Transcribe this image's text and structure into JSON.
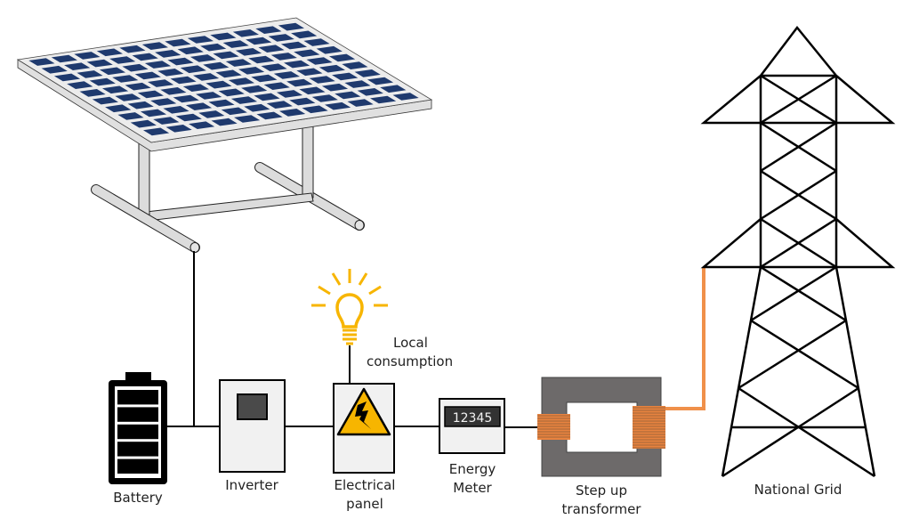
{
  "title": "Grid-tied solar PV system",
  "colors": {
    "panel_cell": "#1f3a6e",
    "panel_frame": "#e6e6e6",
    "stand": "#dcdcdc",
    "wire": "#000000",
    "grid_wire": "#f0904a",
    "bulb": "#f7b500",
    "warning": "#f7b500",
    "box_fill": "#f1f1f1",
    "transformer_core": "#6d6a6a",
    "coil": "#e8833f"
  },
  "solar_panel": {
    "rows": 10,
    "cols": 12
  },
  "components": {
    "battery": {
      "label": "Battery",
      "icon": "battery-icon",
      "cells": 5
    },
    "inverter": {
      "label": "Inverter",
      "icon": "inverter-icon"
    },
    "electrical_panel": {
      "label_line1": "Electrical",
      "label_line2": "panel",
      "icon": "high-voltage-warning-icon"
    },
    "local_consumption": {
      "label_line1": "Local",
      "label_line2": "consumption",
      "icon": "light-bulb-icon"
    },
    "energy_meter": {
      "label_line1": "Energy",
      "label_line2": "Meter",
      "reading": "12345",
      "icon": "meter-icon"
    },
    "transformer": {
      "label_line1": "Step up",
      "label_line2": "transformer",
      "icon": "transformer-icon"
    },
    "national_grid": {
      "label": "National Grid",
      "icon": "transmission-tower-icon"
    }
  }
}
